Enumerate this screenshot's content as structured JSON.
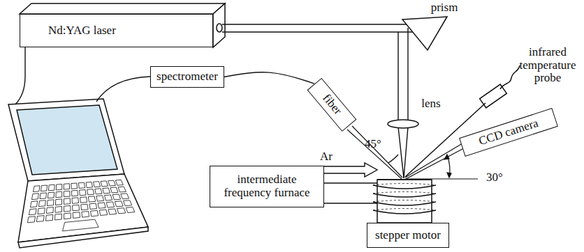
{
  "diagram": {
    "nodes": [
      {
        "text": [
          "Nd:YAG laser"
        ]
      },
      {
        "text": [
          "spectrometer"
        ]
      },
      {
        "text": [
          "fiber"
        ]
      },
      {
        "text": [
          "CCD camera"
        ]
      },
      {
        "text": [
          "intermediate frequency furnace"
        ]
      },
      {
        "text": [
          "stepper motor"
        ]
      }
    ],
    "edges": [
      {
        "from": 1,
        "to": 2,
        "arrow": "none"
      }
    ],
    "labels": [
      "prism",
      "lens",
      "infrared temperature probe",
      "45°",
      "30°",
      "Ar"
    ]
  }
}
